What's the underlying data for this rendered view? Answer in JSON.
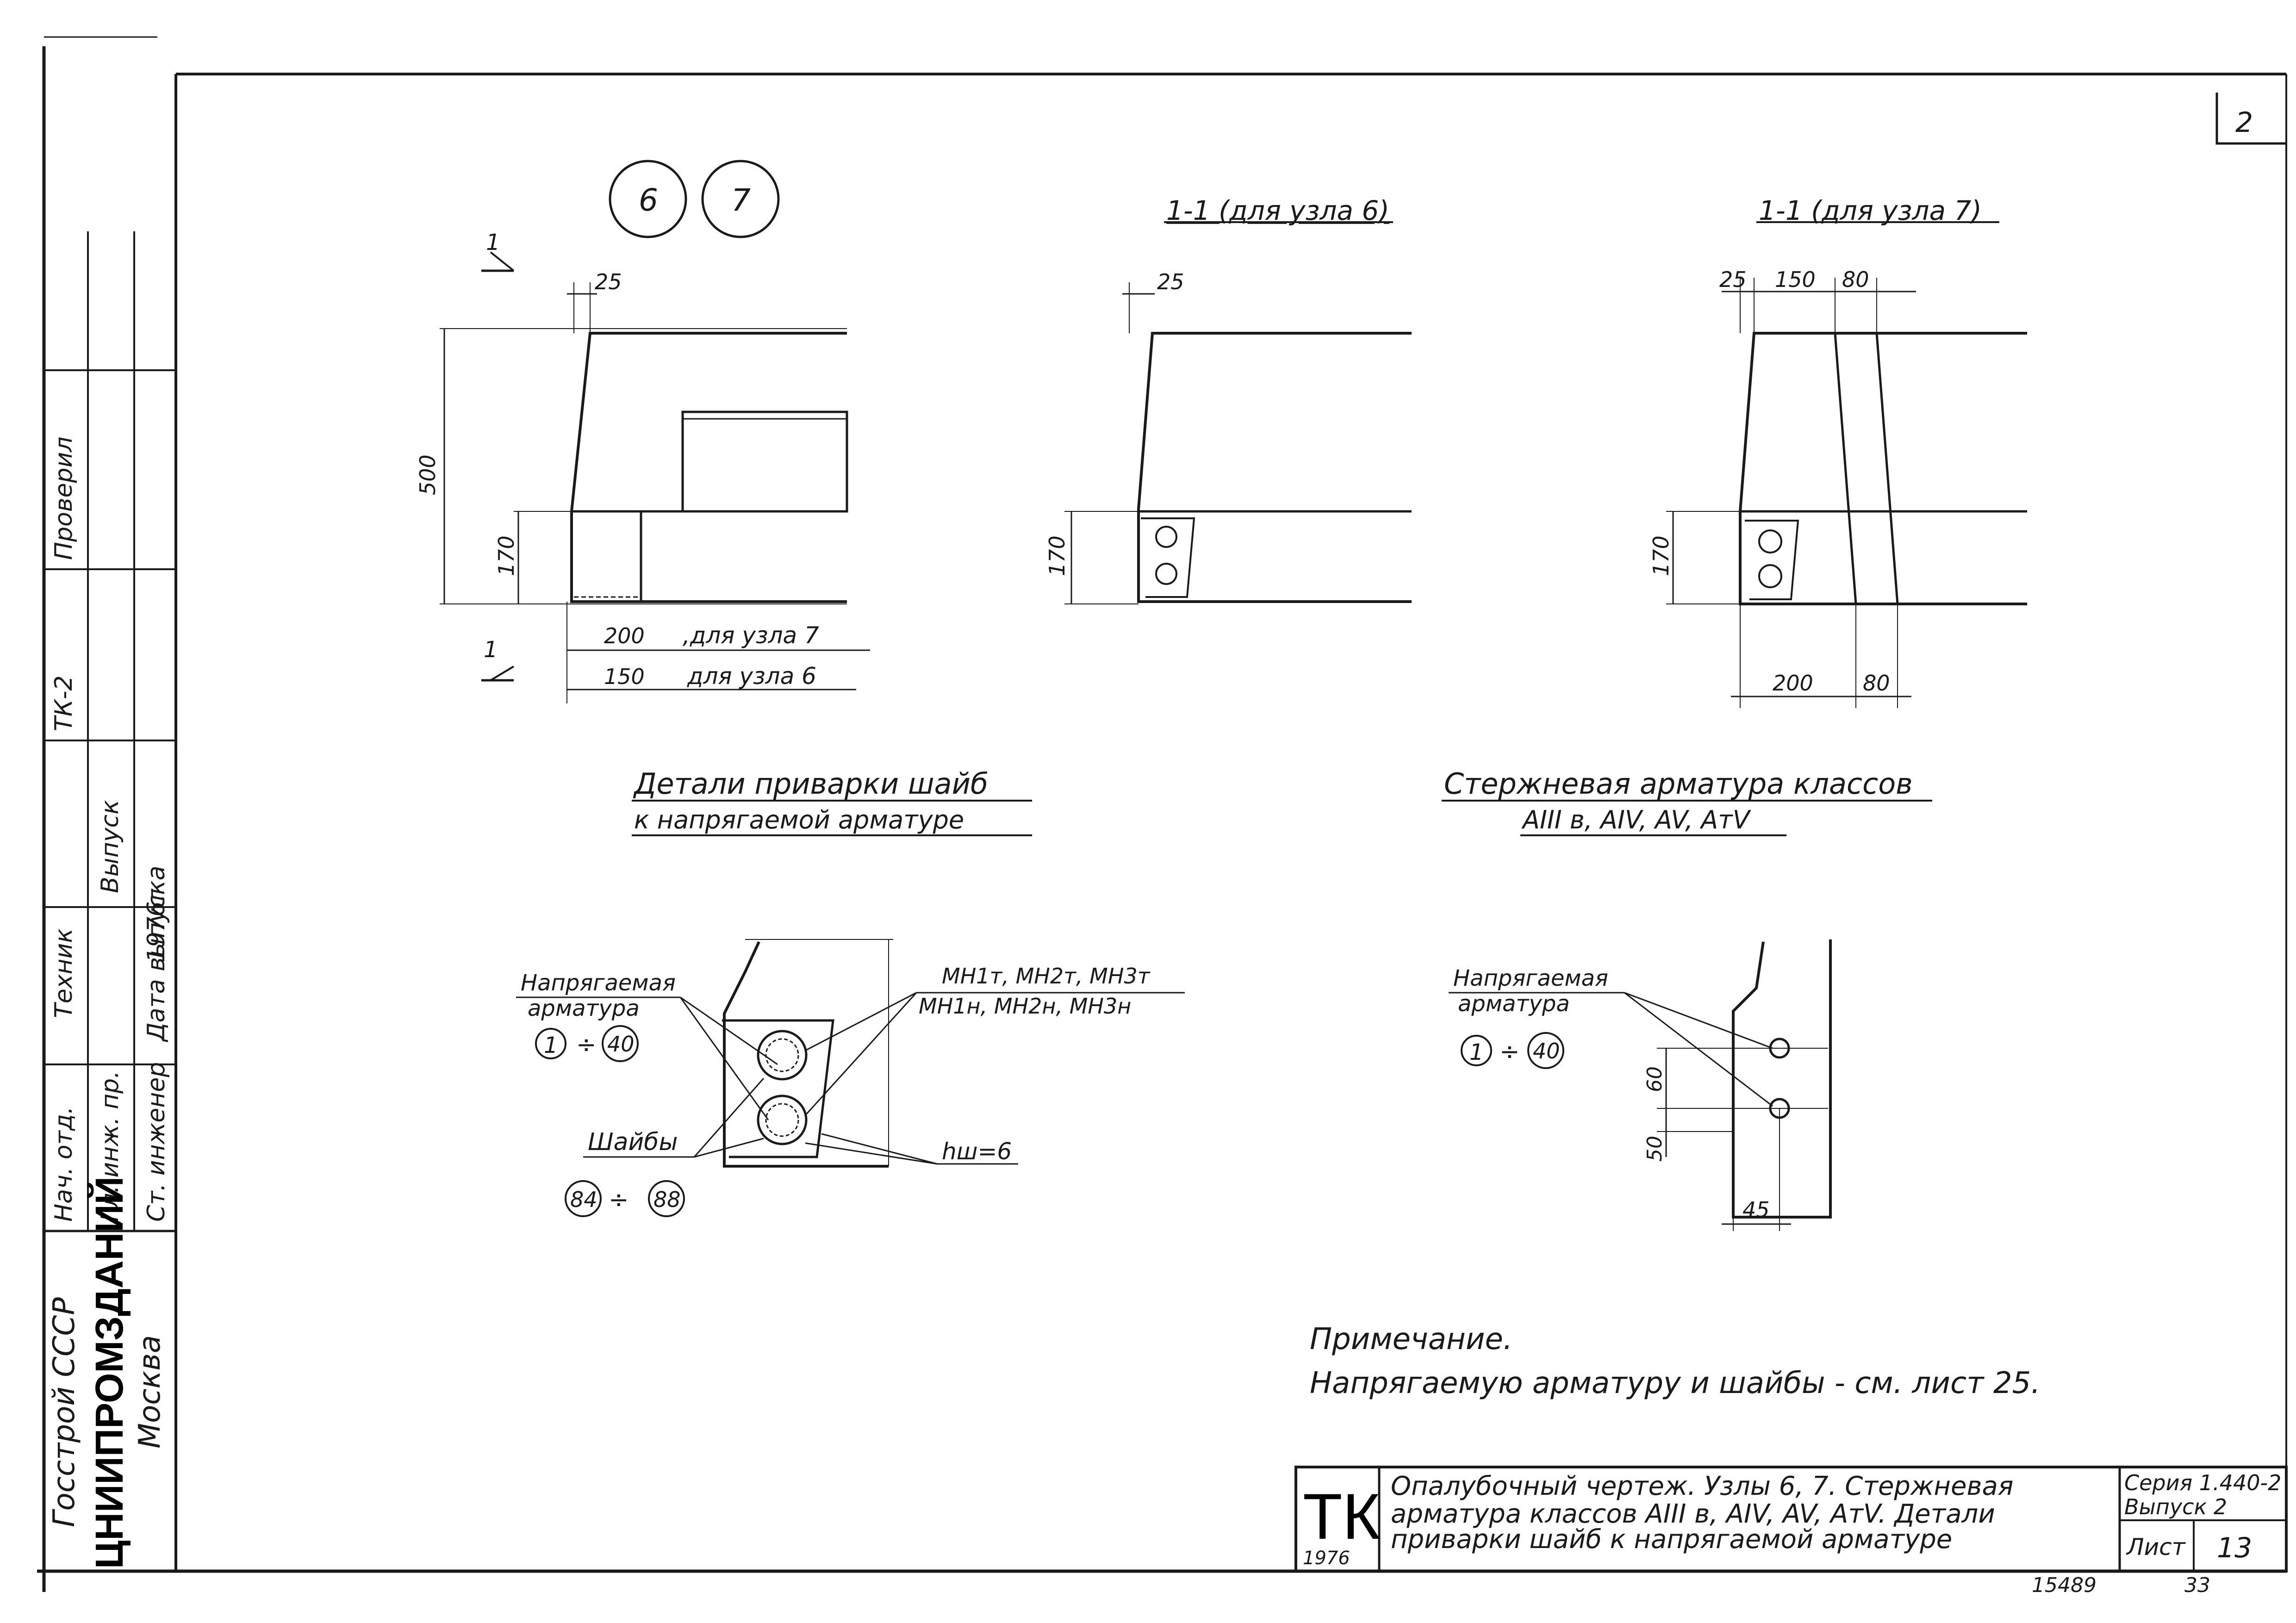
{
  "page_number": "2",
  "nodes": {
    "node_a": "6",
    "node_b": "7"
  },
  "views": {
    "main": {
      "section_mark": "1",
      "dim_top": "25",
      "dim_height": "500",
      "dim_low": "170",
      "dim_200": "200",
      "note_200": ",для узла 7",
      "dim_150": "150",
      "note_150": "для узла 6"
    },
    "section6": {
      "title": "1-1 (для узла 6)",
      "dim_top": "25",
      "dim_low": "170"
    },
    "section7": {
      "title": "1-1 (для узла 7)",
      "dim_25": "25",
      "dim_150": "150",
      "dim_80_top": "80",
      "dim_low": "170",
      "dim_200": "200",
      "dim_80_bottom": "80"
    }
  },
  "detail_left": {
    "title_line1": "Детали приварки шайб",
    "title_line2": "к напрягаемой арматуре",
    "label_tendon_1": "Напрягаемая",
    "label_tendon_2": "арматура",
    "ref_from": "1",
    "range_sign": "÷",
    "ref_to": "40",
    "label_washers": "Шайбы",
    "washer_from": "84",
    "washer_to": "88",
    "mesh_line1": "МН1т, МН2т, МН3т",
    "mesh_line2": "МН1н, МН2н, МН3н",
    "weld_height": "hш=6"
  },
  "detail_right": {
    "title_line1": "Стержневая арматура классов",
    "title_line2": "AIII в, AIV, AV, AтV",
    "label_tendon_1": "Напрягаемая",
    "label_tendon_2": "арматура",
    "ref_from": "1",
    "range_sign": "÷",
    "ref_to": "40",
    "dim_60": "60",
    "dim_50": "50",
    "dim_45": "45"
  },
  "note": {
    "heading": "Примечание.",
    "text": "Напрягаемую арматуру и шайбы - см. лист 25."
  },
  "left_strip": {
    "roles": [
      "Нач. отд.",
      "Гл. инж. пр.",
      "Ст. инженер",
      "Техник",
      "Дата выпуска"
    ],
    "ids": [
      "ТК-2",
      "Проверил",
      "Выпуск",
      "1976г"
    ],
    "org1": "Госстрой СССР",
    "org2": "ЦНИИПРОМЗДАНИЙ",
    "org3": "Москва"
  },
  "title_block": {
    "code": "ТК",
    "year": "1976",
    "desc_line1": "Опалубочный чертеж. Узлы 6, 7. Стержневая",
    "desc_line2": "арматура классов AIII в, AIV, AV, AтV. Детали",
    "desc_line3": "приварки шайб к напрягаемой арматуре",
    "series_label": "Серия 1.440-2",
    "issue_label": "Выпуск 2",
    "sheet_label": "Лист",
    "sheet_number": "13"
  },
  "footer_number": "15489",
  "footer_extra": "33"
}
